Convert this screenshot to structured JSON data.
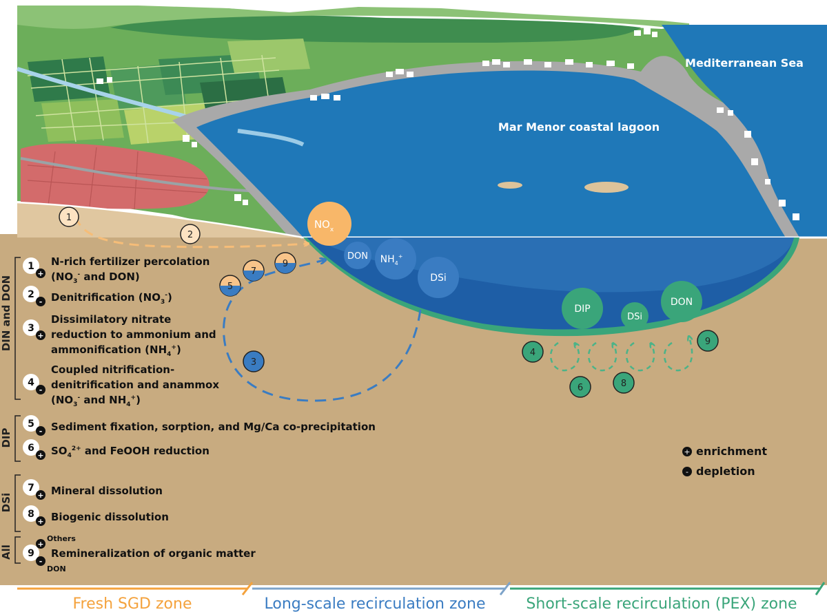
{
  "labels": {
    "sea": "Mediterranean Sea",
    "lagoon": "Mar Menor coastal lagoon"
  },
  "bubbles": {
    "nox_main": "NO",
    "nox_sub": "x",
    "don_long": "DON",
    "nh4_main": "NH",
    "nh4_sub": "4",
    "nh4_sup": "+",
    "dsi_long": "DSi",
    "dip_short": "DIP",
    "dsi_short": "DSi",
    "don_short": "DON"
  },
  "markers": {
    "m1": "1",
    "m2": "2",
    "m3": "3",
    "m4": "4",
    "m5": "5",
    "m6": "6",
    "m7": "7",
    "m8": "8",
    "m9a": "9",
    "m9b": "9"
  },
  "groups": {
    "din_don": "DIN and DON",
    "dip": "DIP",
    "dsi": "DSi",
    "all": "All"
  },
  "processes": {
    "p1": {
      "num": "1",
      "sign": "+",
      "line1": "N-rich fertilizer percolation",
      "line2_a": "(NO",
      "line2_sub": "3",
      "line2_sup": "-",
      "line2_b": " and DON)"
    },
    "p2": {
      "num": "2",
      "sign": "-",
      "line1_a": "Denitrification (NO",
      "line1_sub": "3",
      "line1_sup": "-",
      "line1_b": ")"
    },
    "p3": {
      "num": "3",
      "sign": "+",
      "line1": "Dissimilatory nitrate",
      "line2": "reduction to ammonium and",
      "line3_a": "ammonification (NH",
      "line3_sub": "4",
      "line3_sup": "+",
      "line3_b": ")"
    },
    "p4": {
      "num": "4",
      "sign": "-",
      "line1": "Coupled nitrification-",
      "line2": "denitrification and anammox",
      "line3_a": "(NO",
      "line3_sub": "3",
      "line3_sup": "-",
      "line3_b": " and NH",
      "line3_sub2": "4",
      "line3_sup2": "+",
      "line3_c": ")"
    },
    "p5": {
      "num": "5",
      "sign": "-",
      "line1": "Sediment fixation, sorption, and Mg/Ca co-precipitation"
    },
    "p6": {
      "num": "6",
      "sign": "+",
      "line1_a": "SO",
      "line1_sub": "4",
      "line1_sup": "2+",
      "line1_b": " and FeOOH reduction"
    },
    "p7": {
      "num": "7",
      "sign": "+",
      "line1": "Mineral dissolution"
    },
    "p8": {
      "num": "8",
      "sign": "+",
      "line1": "Biogenic dissolution"
    },
    "p9": {
      "num": "9",
      "sign_plus": "+",
      "sign_minus": "-",
      "top": "Others",
      "line1": "Remineralization of organic matter",
      "bottom": "DON"
    }
  },
  "legend": {
    "enrichment_sign": "+",
    "enrichment": "enrichment",
    "depletion_sign": "-",
    "depletion": "depletion"
  },
  "zones": {
    "fresh": "Fresh SGD zone",
    "long": "Long-scale recirculation zone",
    "short": "Short-scale recirculation (PEX) zone"
  },
  "colors": {
    "fresh": "#f4a23c",
    "long": "#3a7cc2",
    "short": "#3aa57a",
    "lagoon": "#1f78b8",
    "sediment": "#c8ab80"
  }
}
